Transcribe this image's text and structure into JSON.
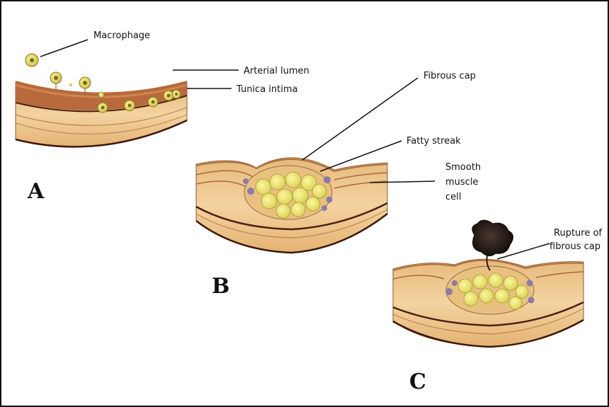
{
  "labels": {
    "macrophage": "Macrophage",
    "arterial_lumen": "Arterial lumen",
    "tunica_intima": "Tunica intima",
    "fibrous_cap": "Fibrous cap",
    "fatty_streak": "Fatty streak",
    "smooth_muscle_line1": "Smooth",
    "smooth_muscle_line2": "muscle",
    "smooth_muscle_line3": "cell",
    "rupture_line1": "Rupture of",
    "rupture_line2": "fibrous cap"
  },
  "panels": {
    "a": "A",
    "b": "B",
    "c": "C"
  },
  "colors": {
    "tissue_light": "#f0cf9a",
    "tissue_mid": "#d9a86a",
    "tissue_dark": "#8a4a24",
    "intima": "#b8683a",
    "fat": "#e8e070",
    "fat_dark": "#b8a830",
    "smc": "#8a7aa8",
    "rupture": "#1e1410"
  }
}
